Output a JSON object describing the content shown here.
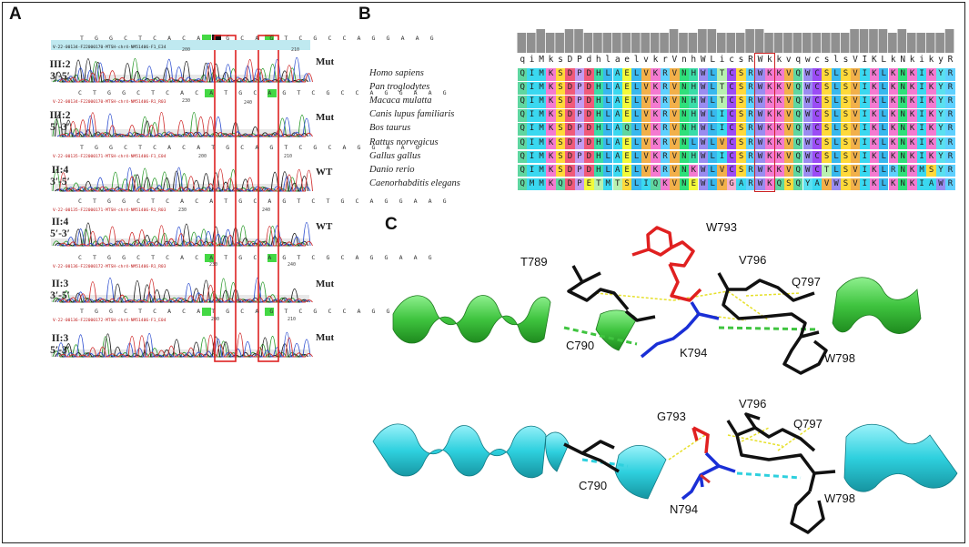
{
  "panels": {
    "a": "A",
    "b": "B",
    "c": "C"
  },
  "panel_a": {
    "tracks": [
      {
        "id": "III:2",
        "dir": "3′-5′",
        "status": "Mut",
        "seq": "T G G C T C A C A T G C A G T C G C C A G G A A G",
        "run": "V-22-00134-F22000170-MTSH-chr4-NM51406-F1_E34",
        "tick1": "200",
        "tick2": "210"
      },
      {
        "id": "III:2",
        "dir": "5′-3′",
        "status": "Mut",
        "seq": "C T G G C T C A C A T G C A G T C G C C A G G A A G",
        "run": "V-22-00134-F22000170-MTSH-chr4-NM51406-R1_R03",
        "tick1": "230",
        "tick2": "240"
      },
      {
        "id": "II:4",
        "dir": "3′-5′",
        "status": "WT",
        "seq": "T G G C T C A C A T G C A G T C G C A G G A A G",
        "run": "V-22-00135-F22000171-MTSH-chr4-NM51406-F1_E04",
        "tick1": "200",
        "tick2": "210"
      },
      {
        "id": "II:4",
        "dir": "5′-3′",
        "status": "WT",
        "seq": "C T G G C T C A C A T G C A G T C T G C A G G A A G",
        "run": "V-22-00135-F22000171-MTSH-chr4-NM51406-R1_R03",
        "tick1": "230",
        "tick2": "240"
      },
      {
        "id": "II:3",
        "dir": "3′-5′",
        "status": "Mut",
        "seq": "C T G G C T C A C A T G C A G T C G C A G G A A G",
        "run": "V-22-00136-F22000172-MTSH-chr4-NM51406-R1_R03",
        "tick1": "230",
        "tick2": "240"
      },
      {
        "id": "II:3",
        "dir": "5′-3′",
        "status": "Mut",
        "seq": "T G G C T C A C A T G C A G T C G C C A G G A A G",
        "run": "V-22-00136-F22000172-MTSH-chr4-NM51406-F1_E04",
        "tick1": "200",
        "tick2": "210"
      }
    ]
  },
  "panel_b": {
    "consensus": [
      "q",
      "i",
      "M",
      "k",
      "s",
      "D",
      "P",
      "d",
      "h",
      "l",
      "a",
      "e",
      "l",
      "v",
      "k",
      "r",
      "V",
      "n",
      "h",
      "W",
      "L",
      "i",
      "c",
      "s",
      "R",
      "W",
      "k",
      "k",
      "v",
      "q",
      "w",
      "c",
      "s",
      "l",
      "s",
      "V",
      "I",
      "K",
      "L",
      "k",
      "N",
      "k",
      "i",
      "k",
      "y",
      "R"
    ],
    "species": [
      {
        "name": "Homo sapiens",
        "seq": "QIMKSDPDHLAELVKRVNHWLTCSRWKKVQWCSLSVIKLKNKIKYR"
      },
      {
        "name": "Pan troglodytes",
        "seq": "QIMKSDPDHLAELVKRVNHWLTCSRWKKVQWCSLSVIKLKNKIKYR"
      },
      {
        "name": "Macaca mulatta",
        "seq": "QIMKSDPDHLAELVKRVNHWLTCSRWKKVQWCSLSVIKLKNKIKYR"
      },
      {
        "name": "Canis lupus familiaris",
        "seq": "QIMKSDPDHLAELVKRVNHWLICSRWKKVQWCSLSVIKLKNKIKYR"
      },
      {
        "name": "Bos taurus",
        "seq": "QIMKSDPDHLAQLVKRVNHWLICSRWKKVQWCSLSVIKLKNKIKYR"
      },
      {
        "name": "Rattus norvegicus",
        "seq": "QIMKSDPDHLAELVKRVNLWLVCSRWKKVQWCSLSVIKLKNKIKYR"
      },
      {
        "name": "Gallus gallus",
        "seq": "QIMKSDPDHLAELVKRVNHWLICSRWKKVQWCSLSVIKLKNKIKYR"
      },
      {
        "name": "Danio rerio",
        "seq": "QIMKSDPDHLAELVKRVNKWLVCSRWKKVQWCTLSVIKLRNKMSYR"
      },
      {
        "name": "Caenorhabditis elegans",
        "seq": "QMMKQDPETMTSLIQKVNEWLVGARWKQSQYAVWSVIKLKNKIAWR"
      }
    ]
  },
  "panel_c": {
    "wt_labels": {
      "w793": "W793",
      "t789": "T789",
      "v796": "V796",
      "q797": "Q797",
      "c790": "C790",
      "k794": "K794",
      "w798": "W798"
    },
    "mut_labels": {
      "g793": "G793",
      "v796": "V796",
      "q797": "Q797",
      "c790": "C790",
      "n794": "N794",
      "w798": "W798"
    },
    "colors": {
      "wt_helix": "#3fc43f",
      "mut_helix": "#2ed0de",
      "highlight": "#e02020",
      "nitrogen": "#1a2fd6",
      "carbon": "#111111",
      "hbond": "#e6e02a"
    }
  }
}
